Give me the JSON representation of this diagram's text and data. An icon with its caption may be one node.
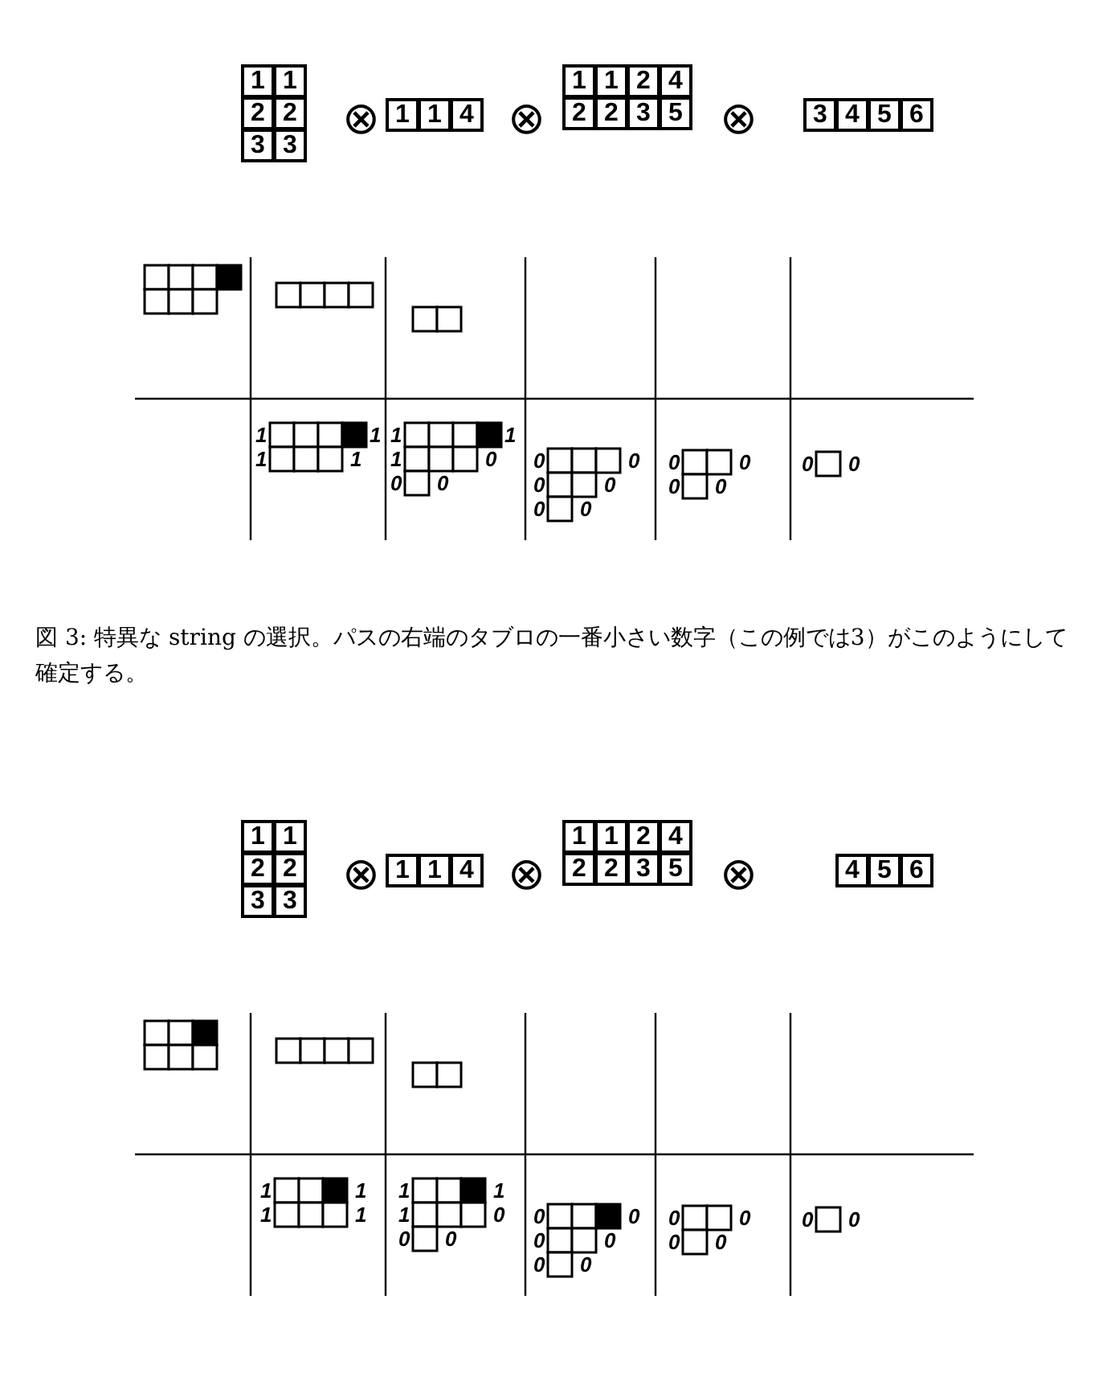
{
  "diagram": {
    "caption": "図 3: 特異な string の選択。パスの右端のタブロの一番小さい数字（この例では3）がこのようにして確定する。",
    "labels": [
      "1",
      "1",
      "2",
      "2",
      "3",
      "3",
      "⊗",
      "1",
      "1",
      "4",
      "⊗",
      "1",
      "1",
      "2",
      "4",
      "2",
      "2",
      "3",
      "5",
      "⊗",
      "3",
      "4",
      "5",
      "6",
      "1",
      "1",
      "1",
      "1",
      "1",
      "1",
      "1",
      "0",
      "0",
      "0",
      "0",
      "0",
      "0",
      "0",
      "0",
      "0",
      "0",
      "0",
      "0",
      "0",
      "0",
      "0",
      "1",
      "1",
      "2",
      "2",
      "3",
      "3",
      "⊗",
      "1",
      "1",
      "4",
      "⊗",
      "1",
      "1",
      "2",
      "4",
      "2",
      "2",
      "3",
      "5",
      "⊗",
      "4",
      "5",
      "6",
      "1",
      "1",
      "1",
      "1",
      "1",
      "1",
      "1",
      "0",
      "0",
      "0",
      "0",
      "0",
      "0",
      "0",
      "0",
      "0",
      "0",
      "0",
      "0",
      "0",
      "0",
      "0"
    ]
  }
}
